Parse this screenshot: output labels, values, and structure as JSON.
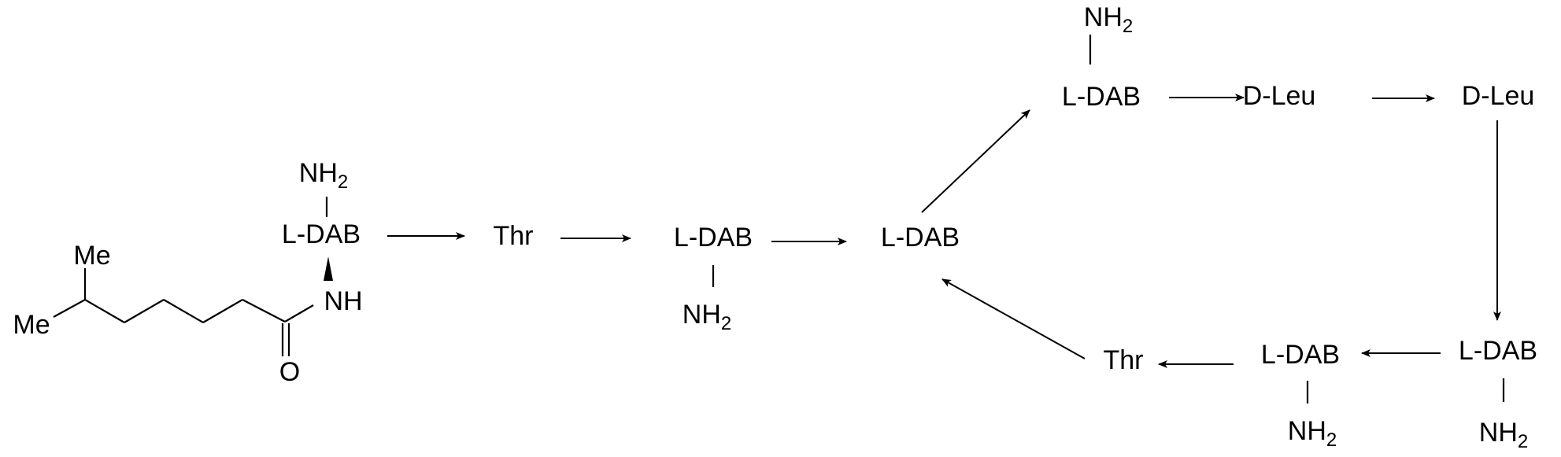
{
  "residues": {
    "dab1": "L-DAB",
    "thr1": "Thr",
    "dab2": "L-DAB",
    "dab3": "L-DAB",
    "dab4": "L-DAB",
    "leu1": "D-Leu",
    "leu2": "D-Leu",
    "dab5": "L-DAB",
    "dab6": "L-DAB",
    "thr2": "Thr"
  },
  "amino_group": {
    "main": "NH",
    "subscript": "2"
  },
  "amide_nh": "NH",
  "carbonyl_o": "O",
  "methyl": "Me"
}
